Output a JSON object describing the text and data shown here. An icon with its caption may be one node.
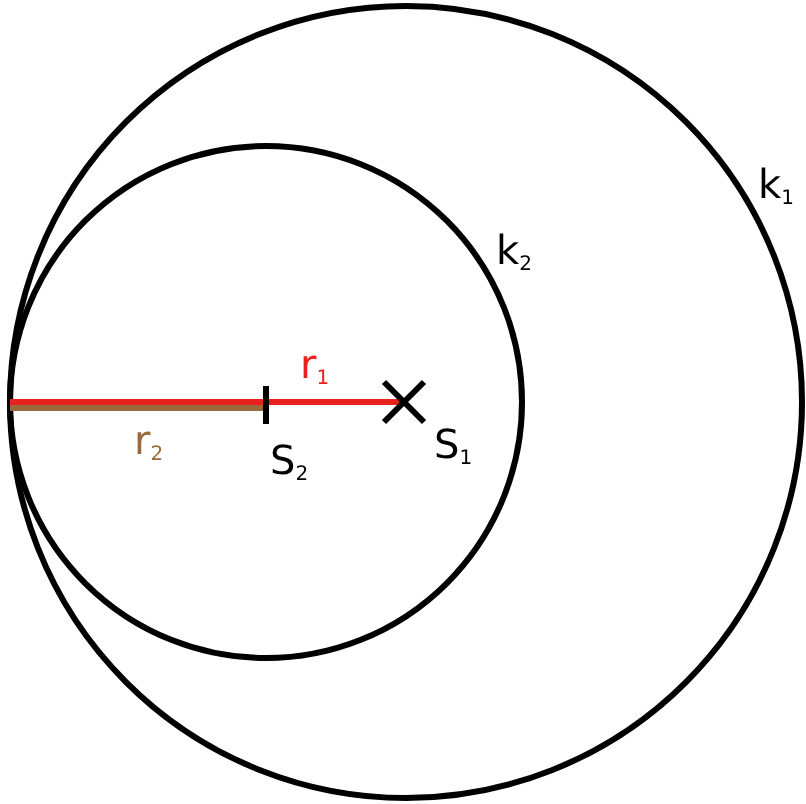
{
  "diagram": {
    "labels": [
      "k$_{1}$",
      "k$_{2}$",
      "r$_{1}$",
      "r$_{2}$",
      "S$_{2}$",
      "S$_{1}$"
    ]
  }
}
